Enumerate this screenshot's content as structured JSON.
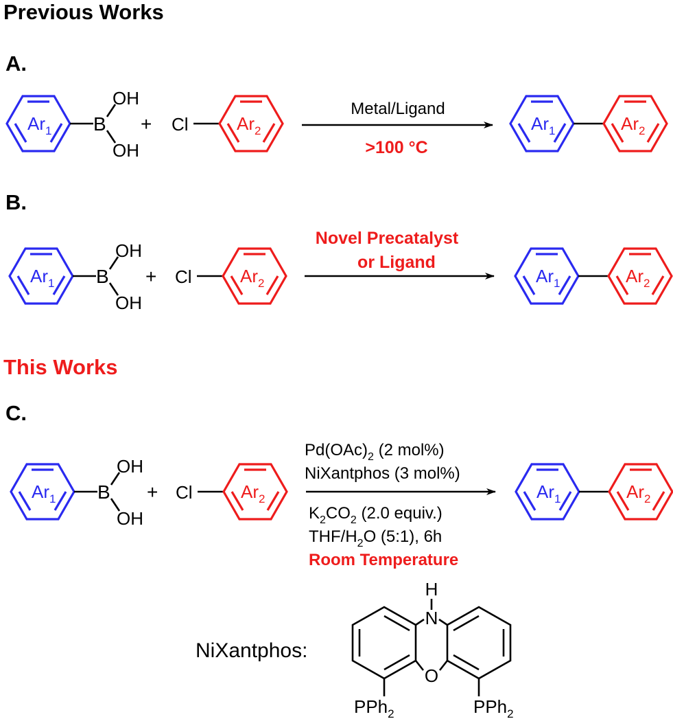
{
  "colors": {
    "ar1": "#2a2af0",
    "ar2": "#ee1c1c",
    "highlight": "#ee1c1c",
    "ink": "#000000"
  },
  "headings": {
    "previous": "Previous Works",
    "this_work": "This Works"
  },
  "scheme_a": {
    "label": "A.",
    "reagent_above": "Metal/Ligand",
    "reagent_below": ">100 °C"
  },
  "scheme_b": {
    "label": "B.",
    "reagent_line1": "Novel Precatalyst",
    "reagent_line2": "or Ligand"
  },
  "scheme_c": {
    "label": "C.",
    "cond_1_main": "Pd(OAc)",
    "cond_1_sub": "2",
    "cond_1_tail": " (2 mol%)",
    "cond_2": "NiXantphos (3 mol%)",
    "cond_3_main": "K",
    "cond_3_sub1": "2",
    "cond_3_mid": "CO",
    "cond_3_sub2": "2",
    "cond_3_tail": " (2.0 equiv.)",
    "cond_4_main": "THF/H",
    "cond_4_sub": "2",
    "cond_4_tail": "O (5:1), 6h",
    "cond_5": "Room Temperature"
  },
  "labels": {
    "ar1": "Ar",
    "ar1_sub": "1",
    "ar2": "Ar",
    "ar2_sub": "2",
    "boron": "B",
    "oh": "OH",
    "plus": "+",
    "cl": "Cl"
  },
  "nixantphos": {
    "caption": "NiXantphos:",
    "n_label": "H",
    "n_atom": "N",
    "o_atom": "O",
    "pph2_main": "PPh",
    "pph2_sub": "2"
  }
}
